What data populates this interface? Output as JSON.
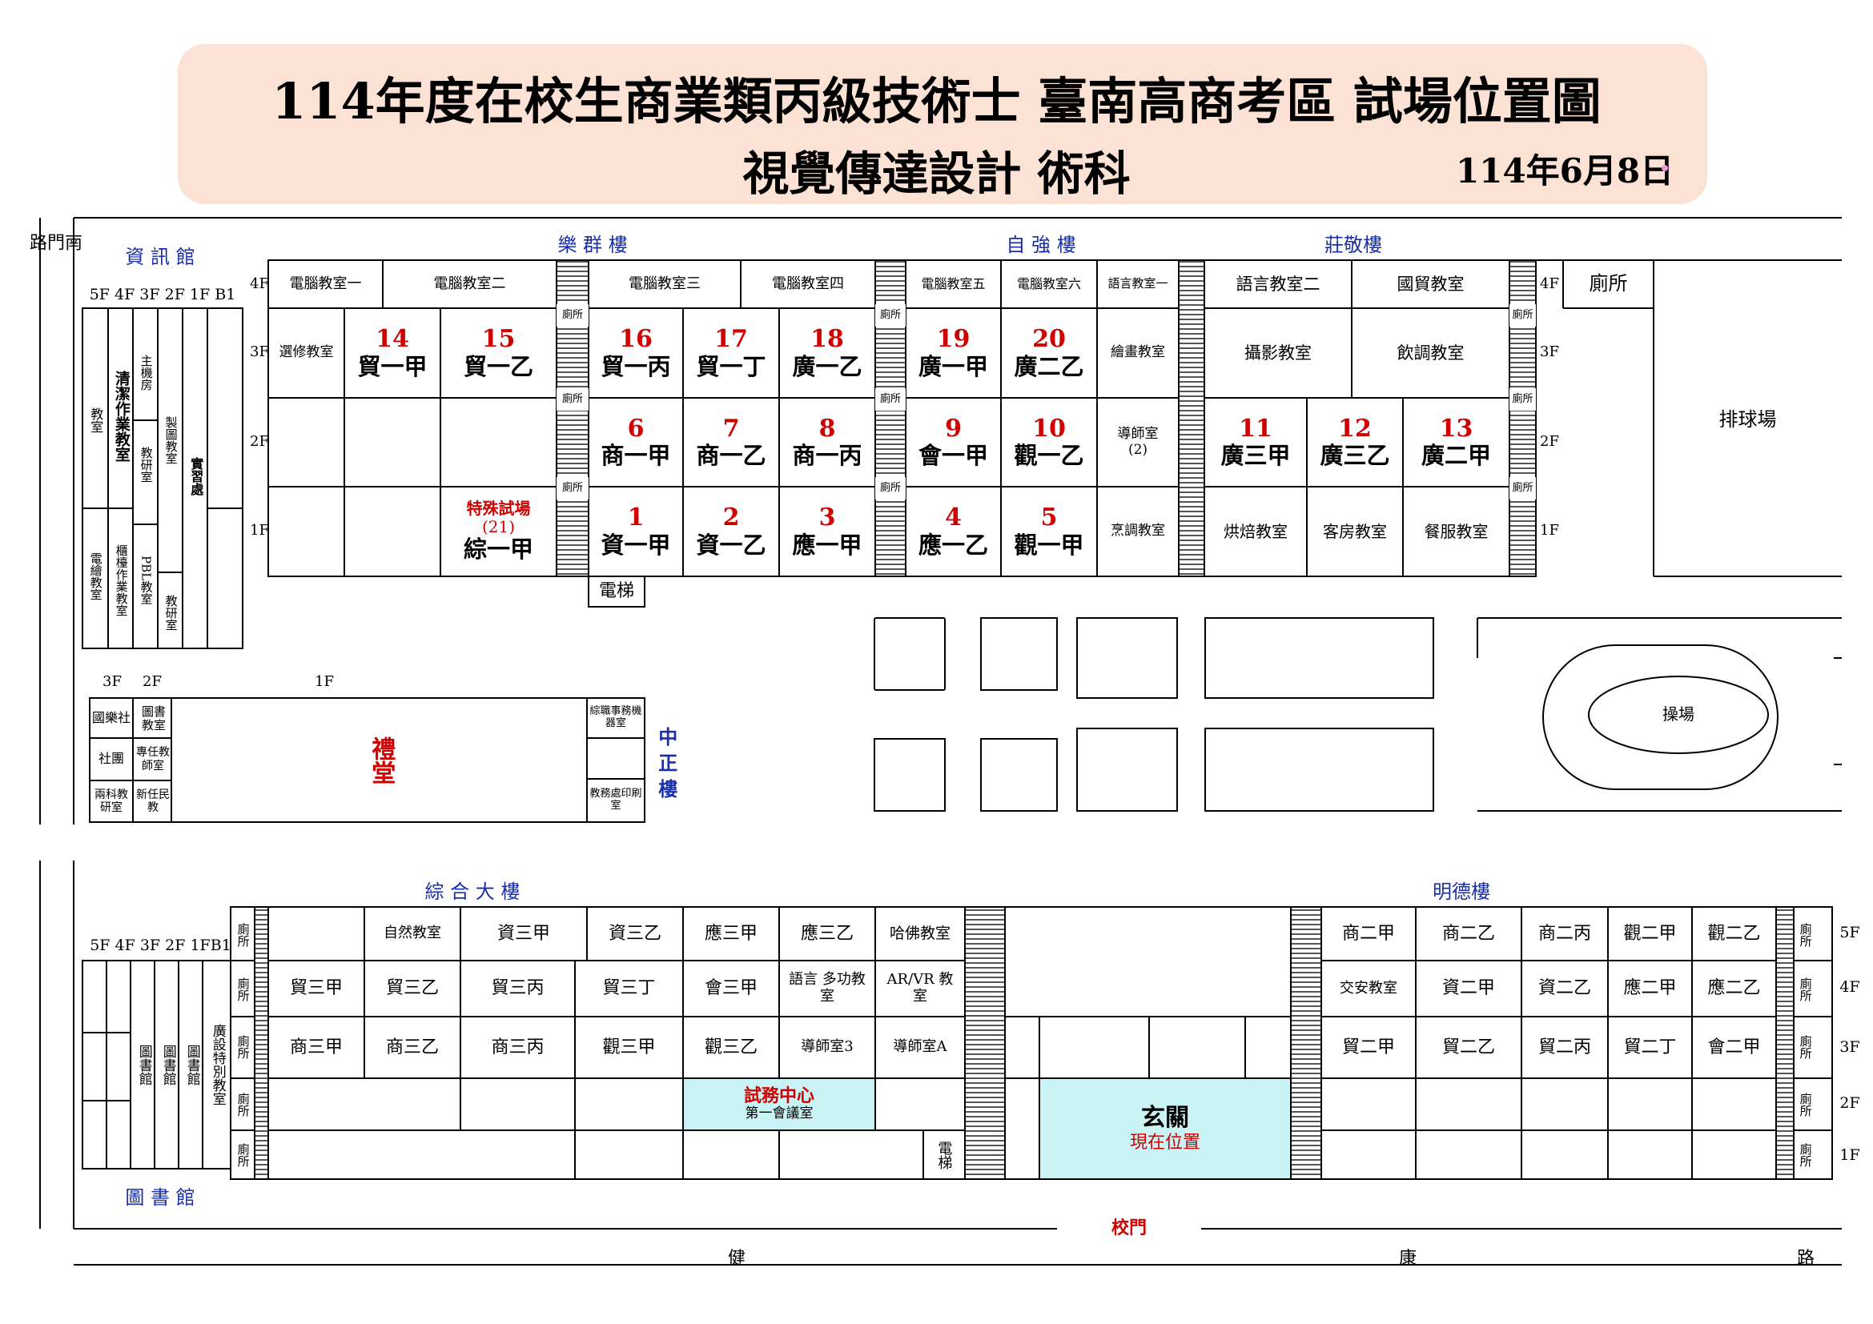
{
  "title": {
    "line1": "114年度在校生商業類丙級技術士 臺南高商考區 試場位置圖",
    "line2": "視覺傳達設計 術科",
    "date": "114年6月8日"
  },
  "buildings": {
    "lequn": "樂 群 樓",
    "ziqiang": "自 強 樓",
    "zhuangjing": "莊敬樓",
    "zixun": "資 訊 館",
    "zhongzheng": "中 正 樓",
    "zonghe": "綜 合 大 樓",
    "mingde": "明德樓",
    "library": "圖 書 館"
  },
  "roads": {
    "left": "南 門 路",
    "jian": "健",
    "kang": "康",
    "lu": "路",
    "gate": "校門"
  },
  "top_4f": [
    "電腦教室一",
    "電腦教室二",
    "電腦教室三",
    "電腦教室四",
    "電腦教室五",
    "電腦教室六",
    "語言教室一",
    "語言教室二",
    "國貿教室"
  ],
  "top_3f": [
    {
      "n": "14",
      "c": "貿一甲"
    },
    {
      "n": "15",
      "c": "貿一乙"
    },
    {
      "n": "16",
      "c": "貿一丙"
    },
    {
      "n": "17",
      "c": "貿一丁"
    },
    {
      "n": "18",
      "c": "廣一乙"
    },
    {
      "n": "19",
      "c": "廣一甲"
    },
    {
      "n": "20",
      "c": "廣二乙"
    }
  ],
  "top_3f_other": {
    "elective": "選修教室",
    "drawing": "繪畫教室",
    "photo": "攝影教室",
    "drink": "飲調教室"
  },
  "top_2f": [
    {
      "n": "6",
      "c": "商一甲"
    },
    {
      "n": "7",
      "c": "商一乙"
    },
    {
      "n": "8",
      "c": "商一丙"
    },
    {
      "n": "9",
      "c": "會一甲"
    },
    {
      "n": "10",
      "c": "觀一乙"
    },
    {
      "n": "11",
      "c": "廣三甲"
    },
    {
      "n": "12",
      "c": "廣三乙"
    },
    {
      "n": "13",
      "c": "廣二甲"
    }
  ],
  "teacher2": {
    "a": "導師室",
    "b": "(2)"
  },
  "top_1f": [
    {
      "n": "1",
      "c": "資一甲"
    },
    {
      "n": "2",
      "c": "資一乙"
    },
    {
      "n": "3",
      "c": "應一甲"
    },
    {
      "n": "4",
      "c": "應一乙"
    },
    {
      "n": "5",
      "c": "觀一甲"
    }
  ],
  "special": {
    "a": "特殊試場",
    "b": "(21)",
    "c": "綜一甲"
  },
  "top_1f_other": {
    "cook": "烹調教室",
    "bake": "烘焙教室",
    "guest": "客房教室",
    "serve": "餐服教室"
  },
  "misc": {
    "elevator": "電梯",
    "toilet": "廁所",
    "toilet_small": "廁所",
    "volleyball": "排球場",
    "playground": "操場"
  },
  "floors": {
    "f4": "4F",
    "f3": "3F",
    "f2": "2F",
    "f1": "1F",
    "f5": "5F",
    "b1": "B1"
  },
  "zixun_floors": "5F  4F  3F  2F  1F  B1",
  "zixun_rooms": {
    "a": "教室",
    "b": "清潔作業教室",
    "c": "主機房",
    "d": "教研室",
    "e": "製圖教室",
    "f": "實習處",
    "g": "電繪教室",
    "h": "櫃檯作業教室",
    "i": "PBL教室",
    "j": "教研室"
  },
  "zz_floors": {
    "a": "3F",
    "b": "2F",
    "c": "1F"
  },
  "zz_rooms": {
    "a": "國樂社",
    "b": "圖書教室",
    "c": "社團",
    "d": "專任教師室",
    "e": "兩科教研室",
    "f": "新任民教",
    "g": "禮堂",
    "h": "綜職事務機器室",
    "i": "教務處印刷室"
  },
  "zh_floors": "5F  4F  3F  2F  1FB1",
  "zh_library": [
    "圖書館",
    "圖書館",
    "圖書館"
  ],
  "zh_special": "廣設特別教室",
  "zh_5f": [
    "自然教室",
    "資三甲",
    "資三乙",
    "應三甲",
    "應三乙",
    "哈佛教室"
  ],
  "zh_4f": [
    "貿三甲",
    "貿三乙",
    "貿三丙",
    "貿三丁",
    "會三甲",
    "語言 多功教室",
    "AR/VR 教室"
  ],
  "zh_3f": [
    "商三甲",
    "商三乙",
    "商三丙",
    "觀三甲",
    "觀三乙",
    "導師室3",
    "導師室A"
  ],
  "exam_center": {
    "a": "試務中心",
    "b": "第一會議室"
  },
  "entrance": {
    "a": "玄關",
    "b": "現在位置"
  },
  "md_5f": [
    "商二甲",
    "商二乙",
    "商二丙",
    "觀二甲",
    "觀二乙"
  ],
  "md_4f": [
    "交安教室",
    "資二甲",
    "資二乙",
    "應二甲",
    "應二乙"
  ],
  "md_3f": [
    "貿二甲",
    "貿二乙",
    "貿二丙",
    "貿二丁",
    "會二甲"
  ],
  "colors": {
    "banner": "#fbe2d4",
    "highlight": "#c9f3f5",
    "red": "#d00000",
    "blue": "#1a2ea8"
  }
}
